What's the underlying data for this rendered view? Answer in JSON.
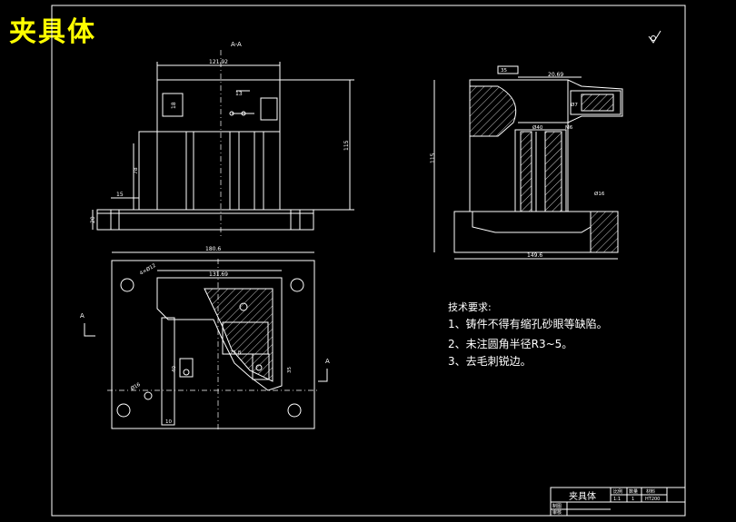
{
  "overlay_title": "夹具体",
  "section_label": "A-A",
  "view_marks": [
    "A",
    "A"
  ],
  "dims": {
    "front": [
      "121.92",
      "13",
      "18",
      "115",
      "78",
      "15",
      "20"
    ],
    "side": [
      "20.69",
      "Ø40",
      "35",
      "M6",
      "115",
      "149.6",
      "Ø16",
      "Ø7"
    ],
    "top": [
      "180.6",
      "131.69",
      "4×Ø12",
      "25.8",
      "35",
      "10",
      "Ø16",
      "40"
    ]
  },
  "tech_requirements": {
    "heading": "技术要求:",
    "items": [
      "1、铸件不得有缩孔砂眼等缺陷。",
      "2、未注圆角半径R3~5。",
      "3、去毛刺锐边。"
    ]
  },
  "title_block": {
    "part_name": "夹具体",
    "headers": [
      "比例",
      "数量",
      "材料"
    ],
    "values": [
      "1:1",
      "1",
      "HT200"
    ],
    "left_rows": [
      "制图",
      "审核"
    ]
  },
  "colors": {
    "background": "#000000",
    "lines": "#ffffff",
    "title": "#ffff00"
  }
}
